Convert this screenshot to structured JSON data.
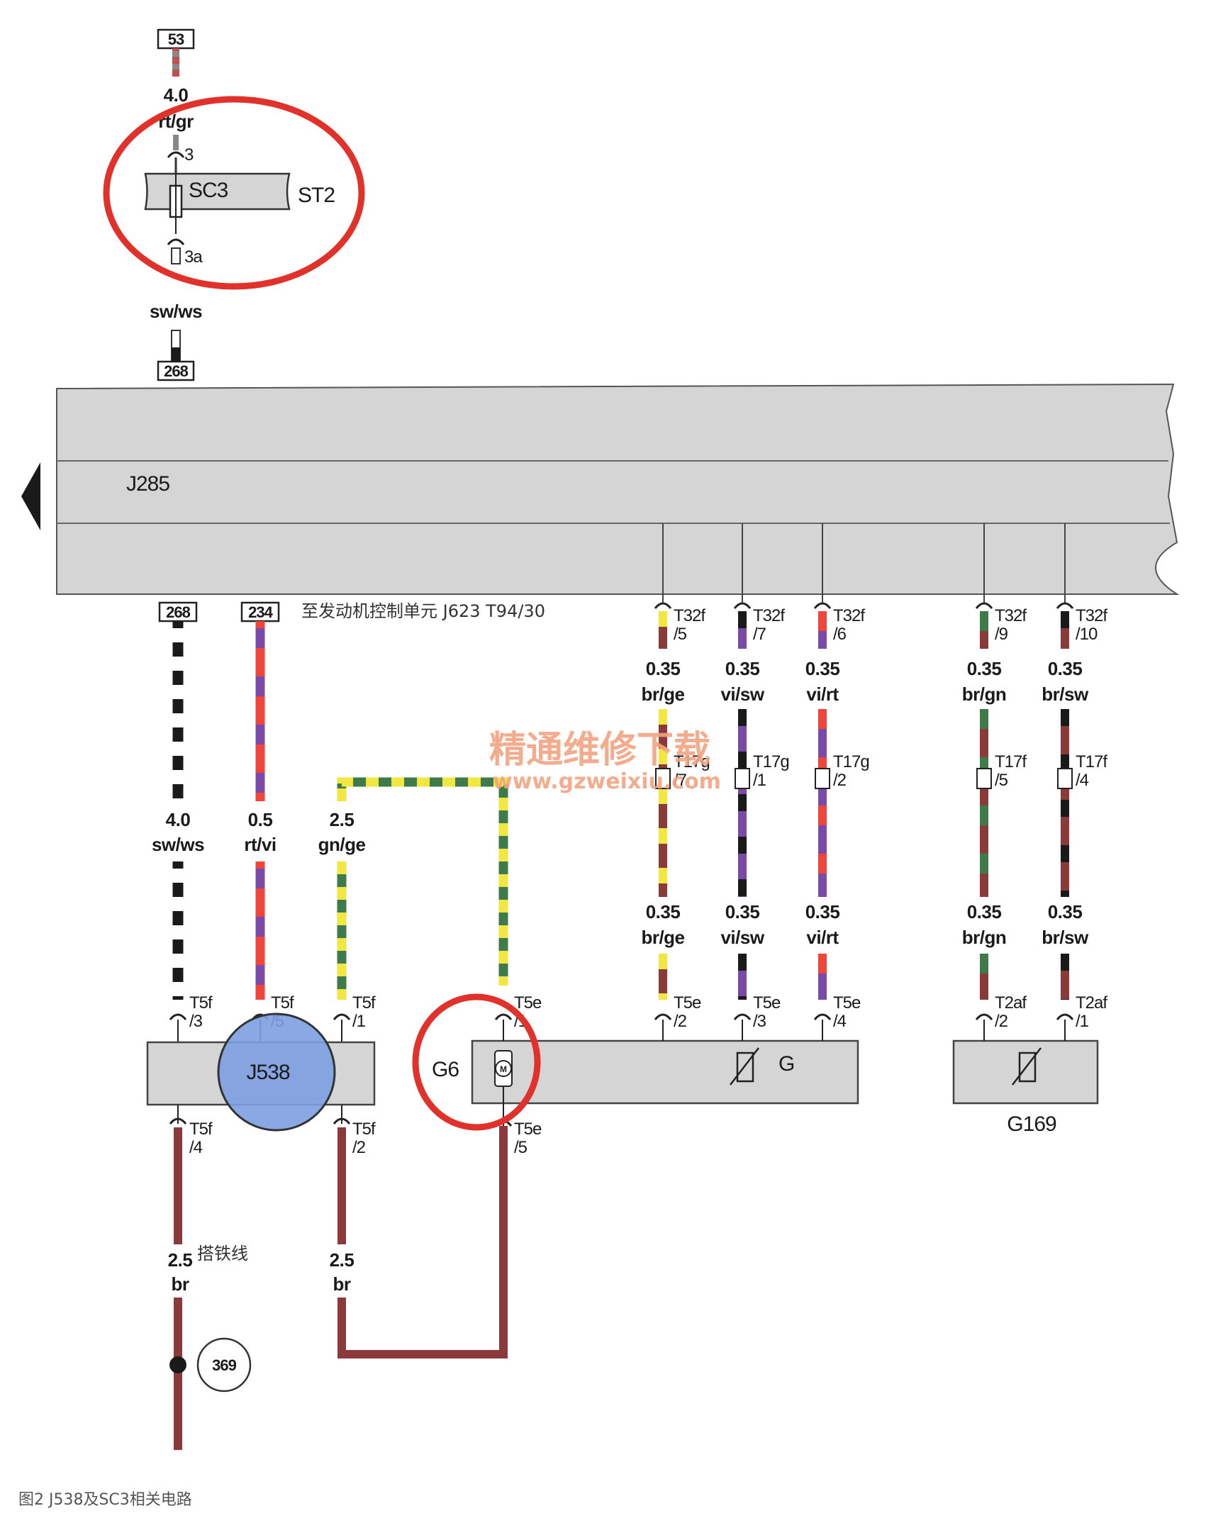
{
  "labels": {
    "top_box": "53",
    "fuse_wire_gauge": "4.0",
    "fuse_wire_color": "rt/gr",
    "pin_3": "3",
    "fuse": "SC3",
    "st2": "ST2",
    "pin_3a": "3a",
    "fuse_out_color": "sw/ws",
    "box_268": "268",
    "box_234": "234",
    "j285": "J285",
    "to_ecu": "至发动机控制单元 J623 T94/30",
    "j538": "J538",
    "g6": "G6",
    "g": "G",
    "g169": "G169",
    "motor": "M",
    "ground_point": "369",
    "ground_text": "搭铁线",
    "watermark_cn": "精通维修下载",
    "watermark_url": "www.gzweixiu.com",
    "caption": "图2 J538及SC3相关电路"
  },
  "wires": {
    "w268": {
      "gauge": "4.0",
      "color": "sw/ws"
    },
    "w234": {
      "gauge": "0.5",
      "color": "rt/vi"
    },
    "wgn": {
      "gauge": "2.5",
      "color": "gn/ge"
    },
    "wbr1": {
      "gauge": "2.5",
      "color": "br"
    },
    "wbr2": {
      "gauge": "2.5",
      "color": "br"
    },
    "s1": {
      "gauge": "0.35",
      "color": "br/ge"
    },
    "s2": {
      "gauge": "0.35",
      "color": "vi/sw"
    },
    "s3": {
      "gauge": "0.35",
      "color": "vi/rt"
    },
    "s4": {
      "gauge": "0.35",
      "color": "br/gn"
    },
    "s5": {
      "gauge": "0.35",
      "color": "br/sw"
    }
  },
  "connectors": {
    "t32f_5": [
      "T32f",
      "/5"
    ],
    "t32f_7": [
      "T32f",
      "/7"
    ],
    "t32f_6": [
      "T32f",
      "/6"
    ],
    "t32f_9": [
      "T32f",
      "/9"
    ],
    "t32f_10": [
      "T32f",
      "/10"
    ],
    "t17g_7": [
      "T17g",
      "/7"
    ],
    "t17g_1": [
      "T17g",
      "/1"
    ],
    "t17g_2": [
      "T17g",
      "/2"
    ],
    "t17f_5": [
      "T17f",
      "/5"
    ],
    "t17f_4": [
      "T17f",
      "/4"
    ],
    "t5f_3": [
      "T5f",
      "/3"
    ],
    "t5f_5": [
      "T5f",
      "/5"
    ],
    "t5f_1": [
      "T5f",
      "/1"
    ],
    "t5f_4": [
      "T5f",
      "/4"
    ],
    "t5f_2": [
      "T5f",
      "/2"
    ],
    "t5e_1": [
      "T5e",
      "/1"
    ],
    "t5e_5": [
      "T5e",
      "/5"
    ],
    "t5e_2": [
      "T5e",
      "/2"
    ],
    "t5e_3": [
      "T5e",
      "/3"
    ],
    "t5e_4": [
      "T5e",
      "/4"
    ],
    "t2af_2": [
      "T2af",
      "/2"
    ],
    "t2af_1": [
      "T2af",
      "/1"
    ]
  },
  "colors": {
    "highlight_ring": "#e0312a",
    "j538_fill": "#7d9fe0",
    "panel": "#d6d5d6",
    "brown": "#8b3a3a",
    "red": "#f0453a",
    "violet": "#7a4aa8",
    "green": "#3f7a4a",
    "yellow": "#f2e640",
    "black": "#1a1a1a",
    "white": "#ffffff",
    "grey": "#8a8a8a"
  }
}
